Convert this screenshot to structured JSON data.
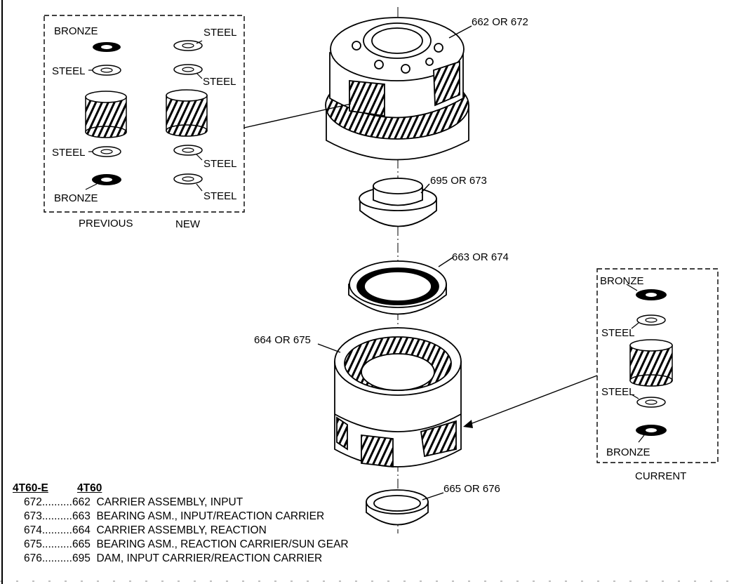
{
  "previous_new_box": {
    "left_labels": [
      "BRONZE",
      "STEEL",
      "STEEL",
      "BRONZE"
    ],
    "right_labels": [
      "STEEL",
      "STEEL",
      "STEEL",
      "STEEL"
    ],
    "caption_previous": "PREVIOUS",
    "caption_new": "NEW"
  },
  "current_box": {
    "labels": [
      "BRONZE",
      "STEEL",
      "STEEL",
      "BRONZE"
    ],
    "caption": "CURRENT"
  },
  "callouts": {
    "input_carrier": "662 OR 672",
    "dam": "695 OR 673",
    "bearing_input": "663 OR 674",
    "reaction_carrier": "664 OR 675",
    "bearing_sun": "665 OR 676"
  },
  "legend": {
    "header_4t60e": "4T60-E",
    "header_4t60": "4T60",
    "rows": [
      {
        "a": "672",
        "dots": "..........",
        "b": "662",
        "desc": "CARRIER ASSEMBLY, INPUT"
      },
      {
        "a": "673",
        "dots": "..........",
        "b": "663",
        "desc": "BEARING ASM., INPUT/REACTION CARRIER"
      },
      {
        "a": "674",
        "dots": "..........",
        "b": "664",
        "desc": "CARRIER ASSEMBLY, REACTION"
      },
      {
        "a": "675",
        "dots": "..........",
        "b": "665",
        "desc": "BEARING ASM., REACTION CARRIER/SUN GEAR"
      },
      {
        "a": "676",
        "dots": "..........",
        "b": "695",
        "desc": "DAM, INPUT CARRIER/REACTION CARRIER"
      }
    ]
  }
}
